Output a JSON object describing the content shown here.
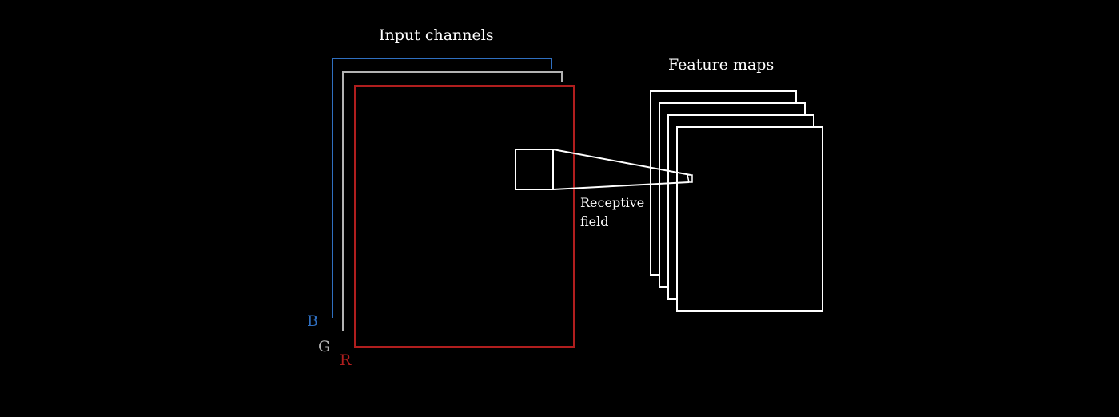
{
  "diagram": {
    "input_title": "Input channels",
    "feature_title": "Feature maps",
    "receptive_label_line1": "Receptive",
    "receptive_label_line2": "field",
    "channels": [
      {
        "letter": "B",
        "color": "#2f6fc0"
      },
      {
        "letter": "G",
        "color": "#b3b3b3"
      },
      {
        "letter": "R",
        "color": "#b01e1e"
      }
    ],
    "feature_map_count": 4,
    "line_color": "#ffffff",
    "background": "#000000"
  }
}
